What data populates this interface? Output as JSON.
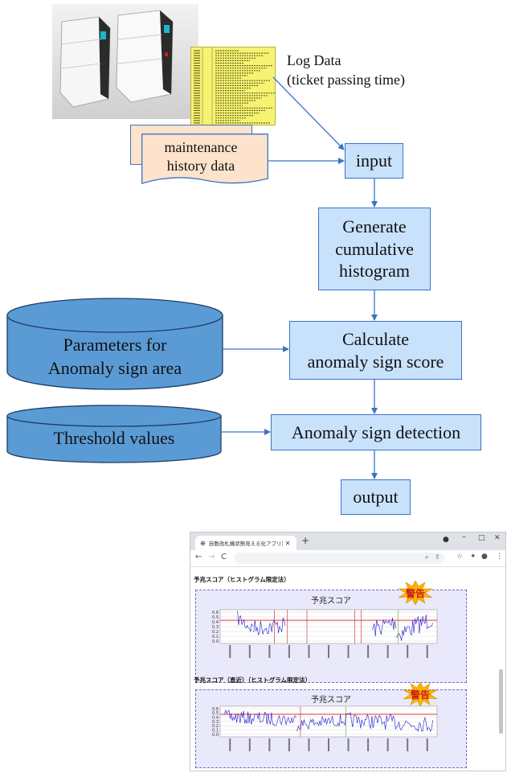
{
  "flow": {
    "log_data_label": [
      "Log Data",
      "(ticket passing time)"
    ],
    "maintenance_label": [
      "maintenance",
      "history data"
    ],
    "input_label": "input",
    "histogram_label": [
      "Generate",
      "cumulative",
      "histogram"
    ],
    "score_label": [
      "Calculate",
      "anomaly sign score"
    ],
    "params_label": [
      "Parameters for",
      "Anomaly sign area"
    ],
    "detection_label": "Anomaly sign detection",
    "threshold_label": "Threshold values",
    "output_label": "output"
  },
  "browser": {
    "tab_title": "自動改札機状態見える化アプリ試作",
    "section1_title": "予兆スコア（ヒストグラム限定法）",
    "chart1_title": "予兆スコア",
    "section2_title": "予兆スコア（直近）（ヒストグラム限定法）",
    "chart2_title": "予兆スコア",
    "warning_badge": "警告",
    "y_ticks": [
      "0.6",
      "0.5",
      "0.4",
      "0.3",
      "0.2",
      "0.1",
      "0.0"
    ]
  },
  "colors": {
    "box_fill": "#c8e2fb",
    "box_border": "#3a74c5",
    "doc_fill": "#fde3cc",
    "db_fill": "#5b9bd5",
    "threshold_line": "#e02020",
    "score_line": "#1a1ad0",
    "warning_burst": "#f7b500"
  }
}
